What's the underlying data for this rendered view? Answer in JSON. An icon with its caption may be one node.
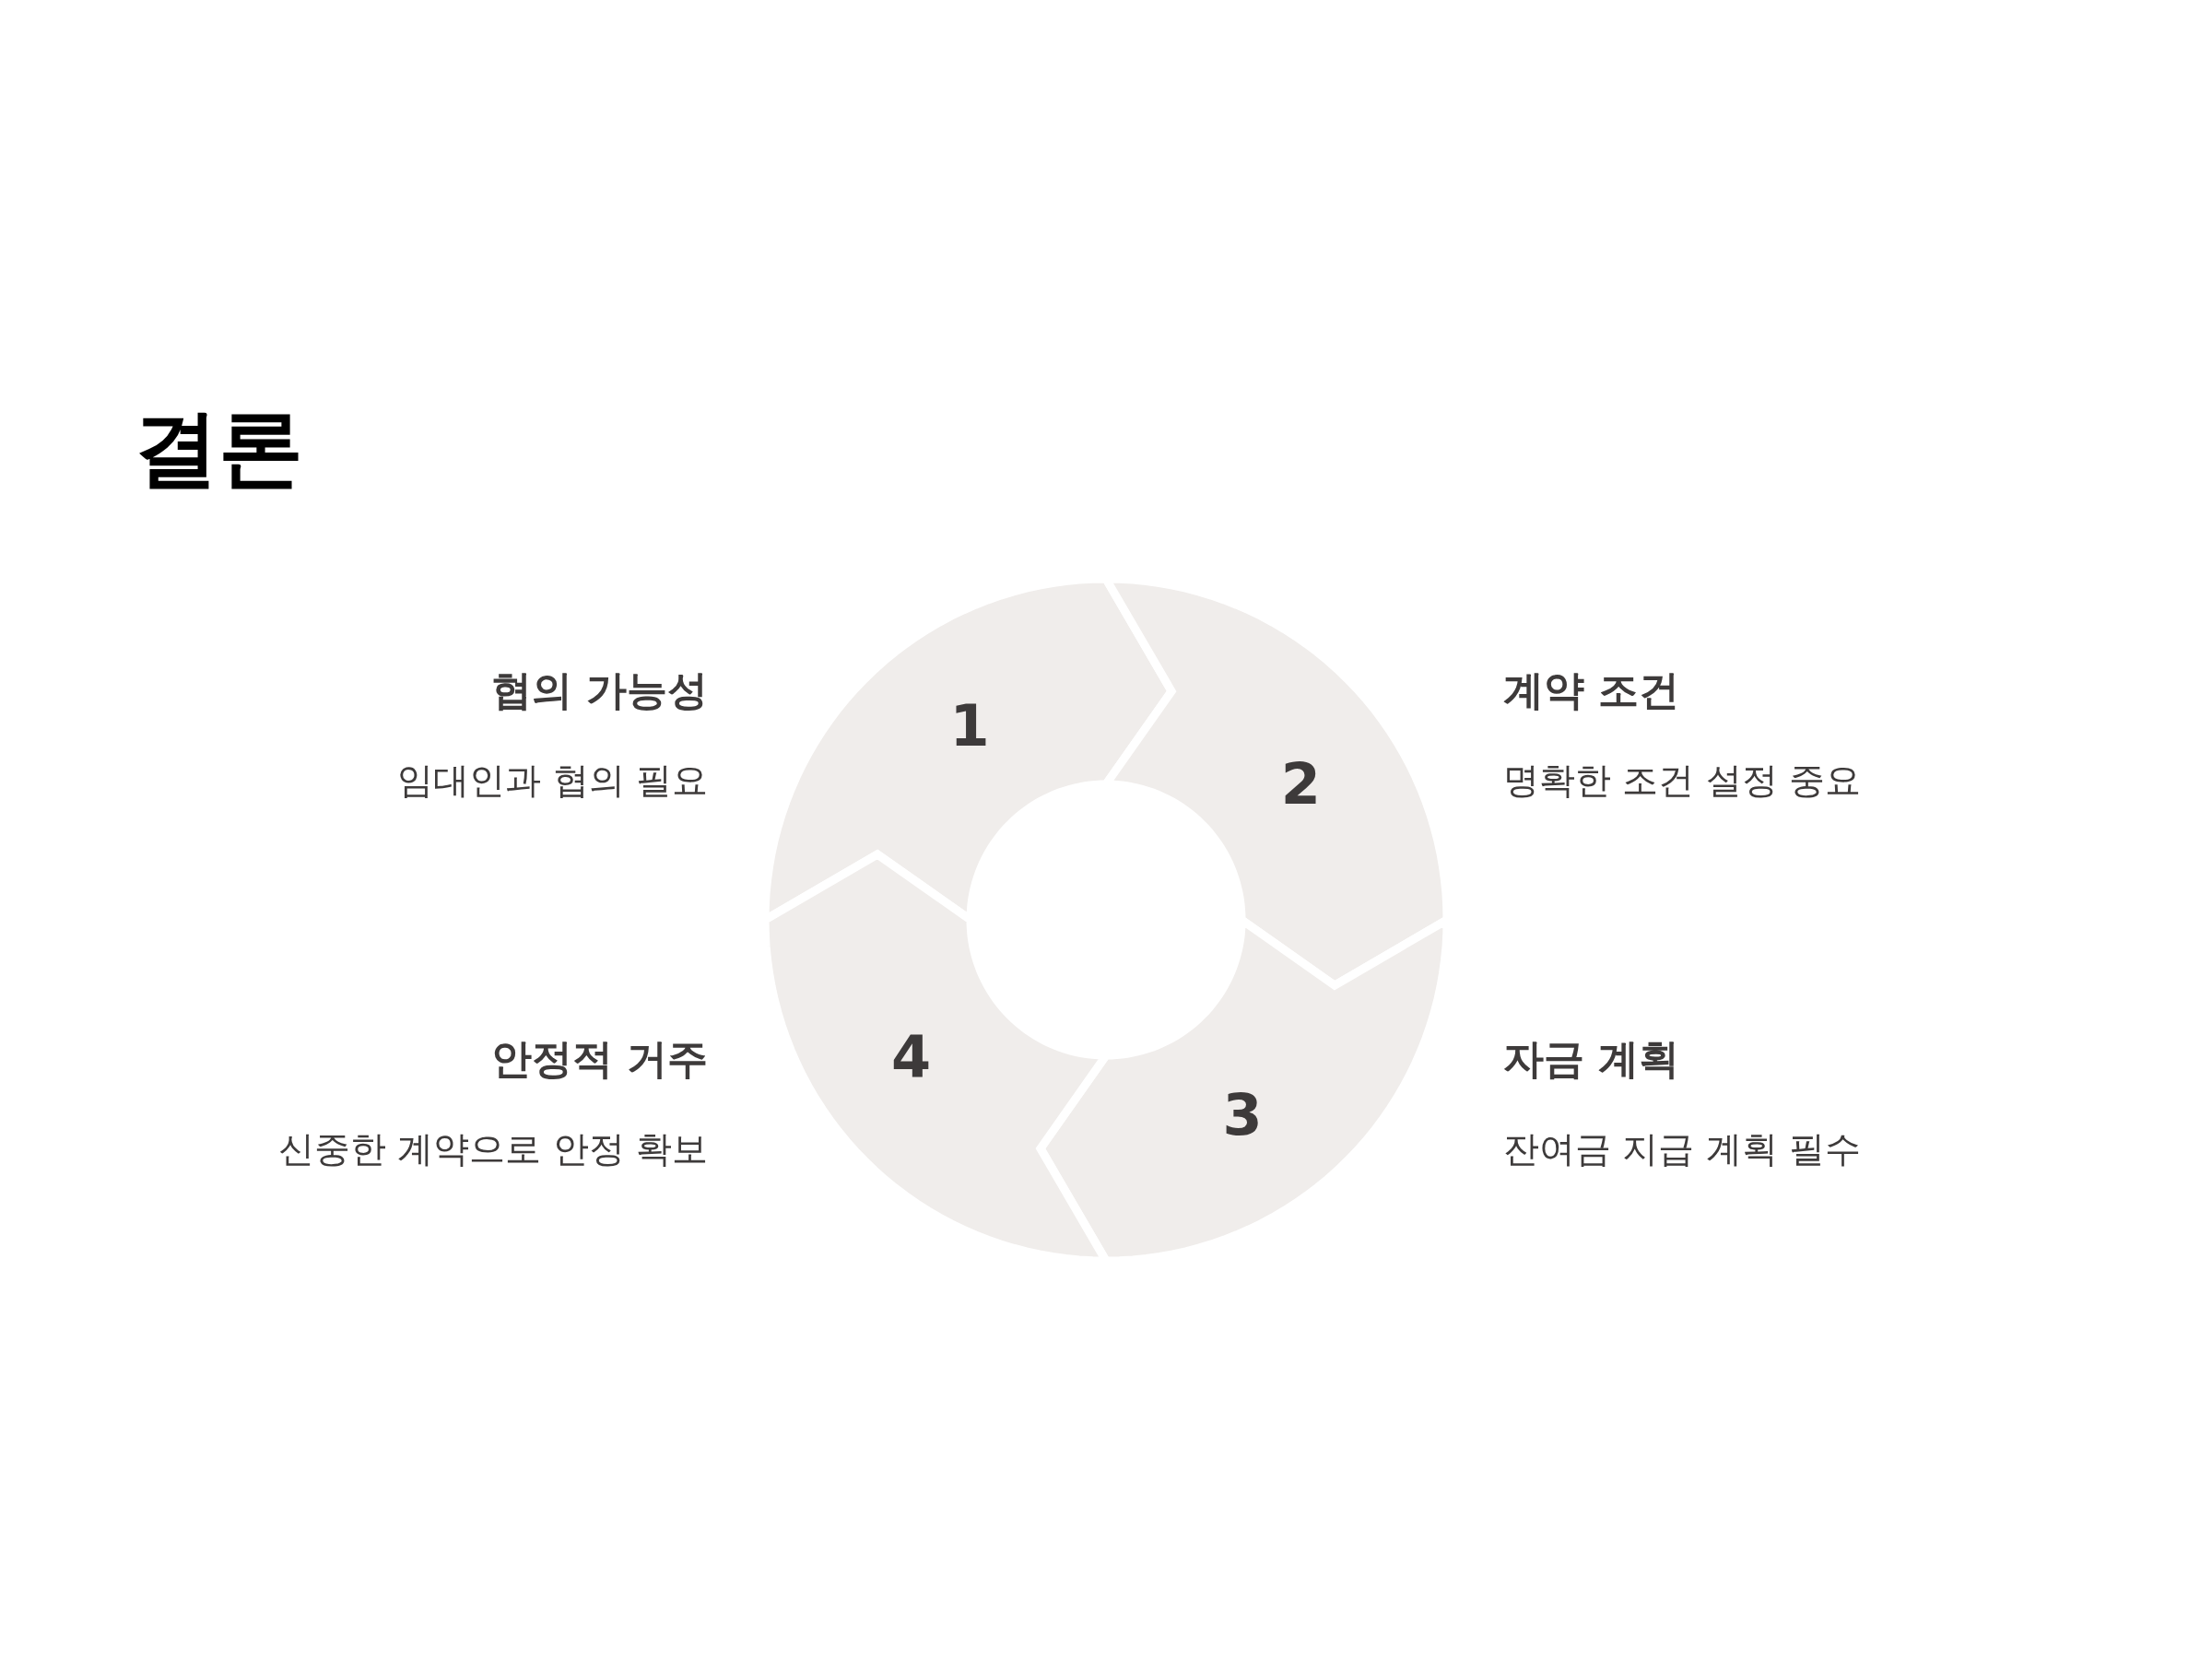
{
  "diagram": {
    "title": "결론",
    "nodes": [
      {
        "text": [
          "1"
        ],
        "beside": [
          "협의 가능성",
          "임대인과 협의 필요"
        ]
      },
      {
        "text": [
          "2"
        ],
        "beside": [
          "계약 조건",
          "명확한 조건 설정 중요"
        ]
      },
      {
        "text": [
          "3"
        ],
        "beside": [
          "자금 계획",
          "잔여금 지급 계획 필수"
        ]
      },
      {
        "text": [
          "4"
        ],
        "beside": [
          "안정적 거주",
          "신중한 계약으로 안정 확보"
        ]
      }
    ]
  }
}
